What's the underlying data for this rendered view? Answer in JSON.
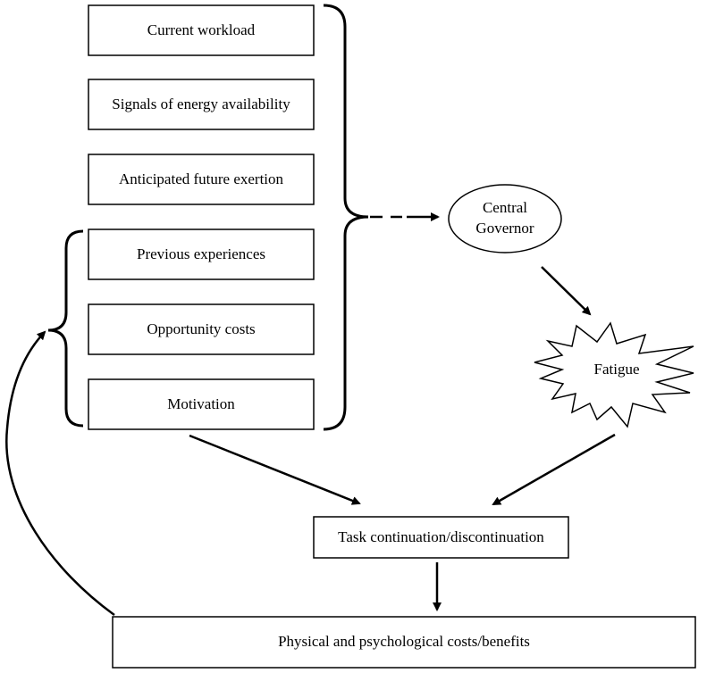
{
  "factors": [
    {
      "label": "Current workload"
    },
    {
      "label": "Signals of energy availability"
    },
    {
      "label": "Anticipated future exertion"
    },
    {
      "label": "Previous experiences"
    },
    {
      "label": "Opportunity costs"
    },
    {
      "label": "Motivation"
    }
  ],
  "governor": {
    "line1": "Central",
    "line2": "Governor"
  },
  "fatigue": {
    "label": "Fatigue"
  },
  "task": {
    "label": "Task continuation/discontinuation"
  },
  "outcome": {
    "label": "Physical and psychological costs/benefits"
  }
}
